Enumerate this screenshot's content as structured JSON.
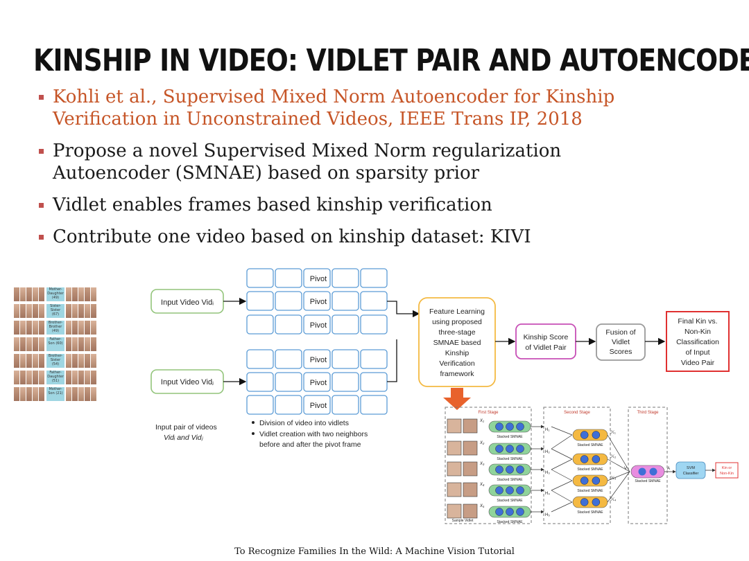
{
  "slide": {
    "title": "KINSHIP IN VIDEO: VIDLET PAIR AND AUTOENCODER",
    "bullets": [
      "Kohli et al., Supervised Mixed Norm Autoencoder for Kinship Verification in Unconstrained Videos, IEEE Trans IP, 2018",
      "Propose a novel Supervised Mixed Norm regularization Autoencoder (SMNAE) based on sparsity prior",
      "Vidlet enables frames based kinship verification",
      "Contribute one video based on kinship dataset: KIVI"
    ],
    "footer": "To Recognize Families In the Wild: A Machine Vision Tutorial"
  },
  "thumbnails": {
    "labels": [
      "Mother-Daughter (49)",
      "Sister-Sister (67)",
      "Brother-Brother (49)",
      "Father-Son (60)",
      "Brother-Sister (54)",
      "Father-Daughter (51)",
      "Mother-Son (21)"
    ]
  },
  "diagram": {
    "input_i": "Input Video Vidᵢ",
    "input_j": "Input Video Vidⱼ",
    "pivot": "Pivot",
    "input_pair_caption": [
      "Input pair of videos",
      "Vidᵢ and Vidⱼ"
    ],
    "notes": [
      "Division of video into vidlets",
      "Vidlet creation with two neighbors",
      "before and after the pivot frame"
    ],
    "feature_box": [
      "Feature Learning",
      "using proposed",
      "three-stage",
      "SMNAE based",
      "Kinship",
      "Verification",
      "framework"
    ],
    "kinship_score": [
      "Kinship Score",
      "of Vidlet Pair"
    ],
    "fusion": [
      "Fusion of",
      "Vidlet",
      "Scores"
    ],
    "final": [
      "Final Kin vs.",
      "Non-Kin",
      "Classification",
      "of Input",
      "Video Pair"
    ]
  },
  "network": {
    "first_stage": "First Stage",
    "second_stage": "Second Stage",
    "third_stage": "Third Stage",
    "stacked": "Stacked SMNAE",
    "sample_vidlet": "Sample Vidlet",
    "svm": [
      "SVM",
      "Classifier"
    ],
    "output": [
      "Kin or",
      "Non-Kin"
    ],
    "x_labels": [
      "X₁",
      "X₂",
      "X₃",
      "X₄",
      "X₅"
    ],
    "h_labels": [
      "H₁",
      "H₂",
      "H₃",
      "H₄",
      "H₅"
    ],
    "h2_labels": [
      "ℋ₁",
      "ℋ₂",
      "ℋ₃",
      "ℋ₄"
    ],
    "v_label": "V",
    "a_label": "A"
  },
  "colors": {
    "accent": "#c0504d",
    "reference": "#c65527",
    "box_blue": "#5b9bd5",
    "green": "#70ad47",
    "orange": "#f4b942",
    "magenta": "#c74fb6",
    "red": "#e03030"
  }
}
